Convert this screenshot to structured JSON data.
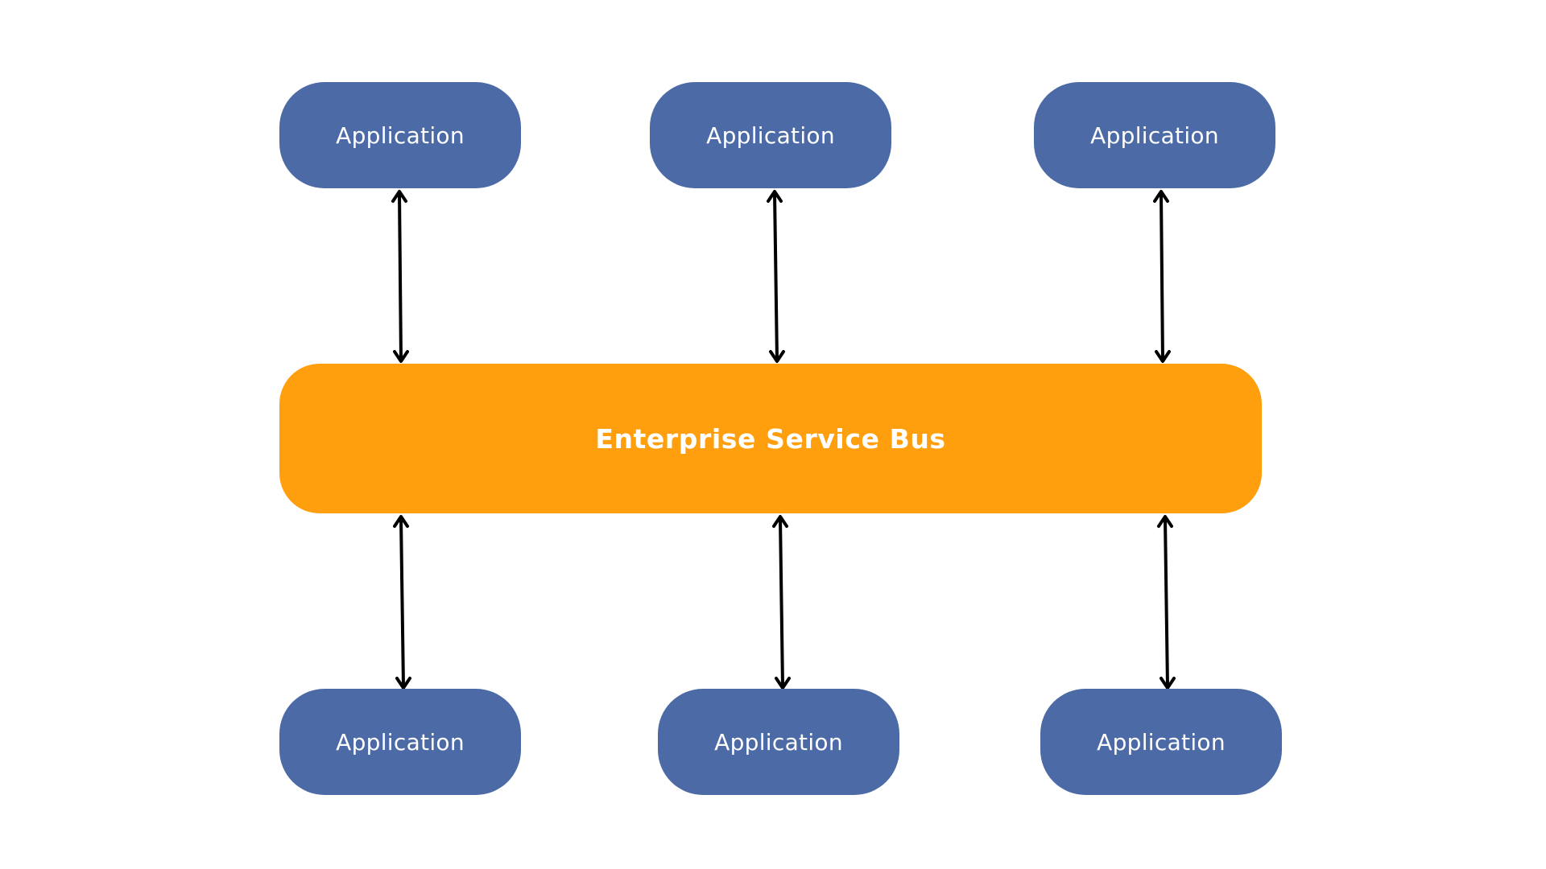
{
  "diagram": {
    "bus": {
      "label": "Enterprise Service Bus",
      "color": "#FF9F0D"
    },
    "app_color": "#4C6AA6",
    "arrow_color": "#000000",
    "top_apps": [
      {
        "label": "Application"
      },
      {
        "label": "Application"
      },
      {
        "label": "Application"
      }
    ],
    "bottom_apps": [
      {
        "label": "Application"
      },
      {
        "label": "Application"
      },
      {
        "label": "Application"
      }
    ],
    "connections": [
      {
        "from": "top_apps.0",
        "to": "bus",
        "direction": "bidirectional"
      },
      {
        "from": "top_apps.1",
        "to": "bus",
        "direction": "bidirectional"
      },
      {
        "from": "top_apps.2",
        "to": "bus",
        "direction": "bidirectional"
      },
      {
        "from": "bus",
        "to": "bottom_apps.0",
        "direction": "bidirectional"
      },
      {
        "from": "bus",
        "to": "bottom_apps.1",
        "direction": "bidirectional"
      },
      {
        "from": "bus",
        "to": "bottom_apps.2",
        "direction": "bidirectional"
      }
    ]
  }
}
